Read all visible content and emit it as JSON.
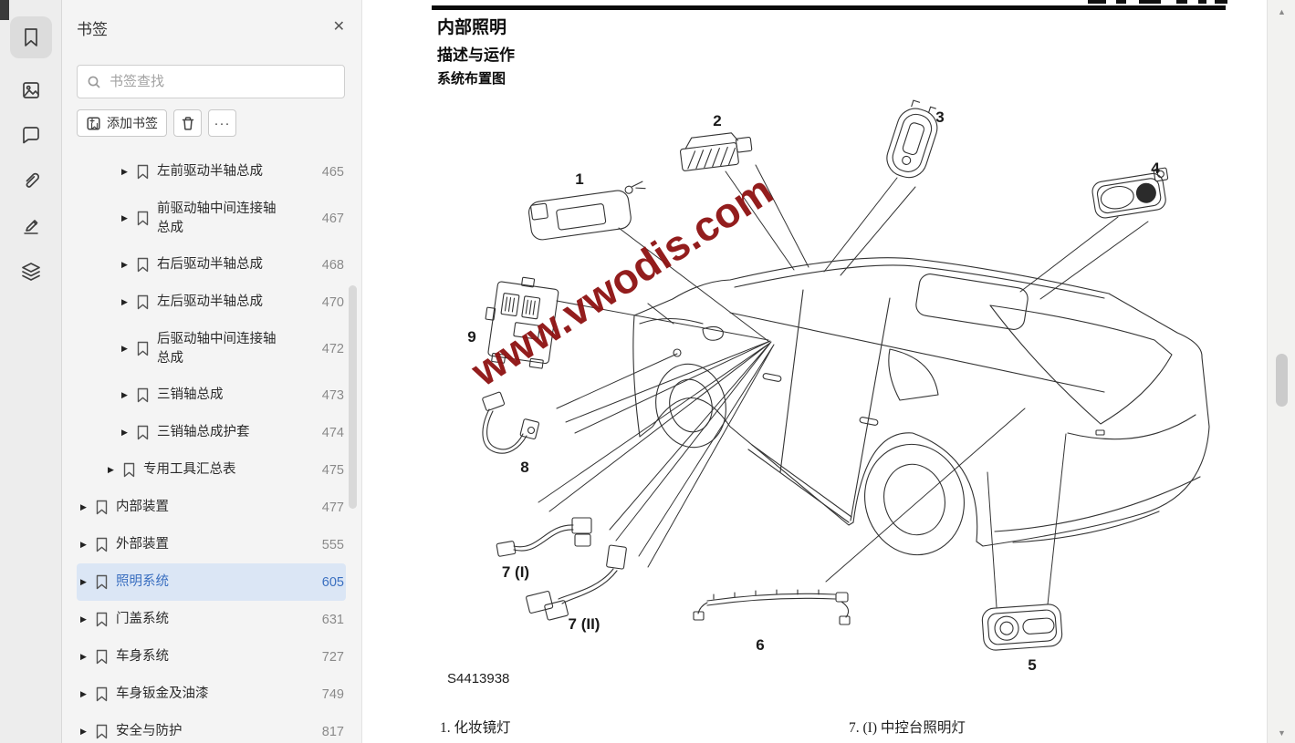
{
  "toolbar": {
    "tools": [
      {
        "icon": "bookmark-icon",
        "selected": true
      },
      {
        "icon": "image-icon",
        "selected": false
      },
      {
        "icon": "comment-icon",
        "selected": false
      },
      {
        "icon": "paperclip-icon",
        "selected": false
      },
      {
        "icon": "signature-pen-icon",
        "selected": false
      },
      {
        "icon": "layers-icon",
        "selected": false
      }
    ]
  },
  "sidebar": {
    "title": "书签",
    "close_glyph": "✕",
    "search_placeholder": "书签查找",
    "add_button_label": "添加书签",
    "more_button_label": "···",
    "items": [
      {
        "label": "左前驱动半轴总成",
        "page": "465",
        "level": 3
      },
      {
        "label": "前驱动轴中间连接轴总成",
        "page": "467",
        "level": 3
      },
      {
        "label": "右后驱动半轴总成",
        "page": "468",
        "level": 3
      },
      {
        "label": "左后驱动半轴总成",
        "page": "470",
        "level": 3
      },
      {
        "label": "后驱动轴中间连接轴总成",
        "page": "472",
        "level": 3
      },
      {
        "label": "三销轴总成",
        "page": "473",
        "level": 3
      },
      {
        "label": "三销轴总成护套",
        "page": "474",
        "level": 3
      },
      {
        "label": "专用工具汇总表",
        "page": "475",
        "level": 2
      },
      {
        "label": "内部装置",
        "page": "477",
        "level": 1
      },
      {
        "label": "外部装置",
        "page": "555",
        "level": 1
      },
      {
        "label": "照明系统",
        "page": "605",
        "level": 1,
        "selected": true
      },
      {
        "label": "门盖系统",
        "page": "631",
        "level": 1
      },
      {
        "label": "车身系统",
        "page": "727",
        "level": 1
      },
      {
        "label": "车身钣金及油漆",
        "page": "749",
        "level": 1
      },
      {
        "label": "安全与防护",
        "page": "817",
        "level": 1
      }
    ]
  },
  "document": {
    "heading1": "内部照明",
    "heading2": "描述与运作",
    "heading3": "系统布置图",
    "figure_code": "S4413938",
    "watermark_text": "www.vwodis.com",
    "watermark_color": "#8e1111",
    "captions": {
      "left": "1.  化妆镜灯",
      "right": "7.  (I) 中控台照明灯"
    },
    "labels": {
      "n1": "1",
      "n2": "2",
      "n3": "3",
      "n4": "4",
      "n5": "5",
      "n6": "6",
      "n7i": "7 (I)",
      "n7ii": "7 (II)",
      "n8": "8",
      "n9": "9"
    }
  }
}
